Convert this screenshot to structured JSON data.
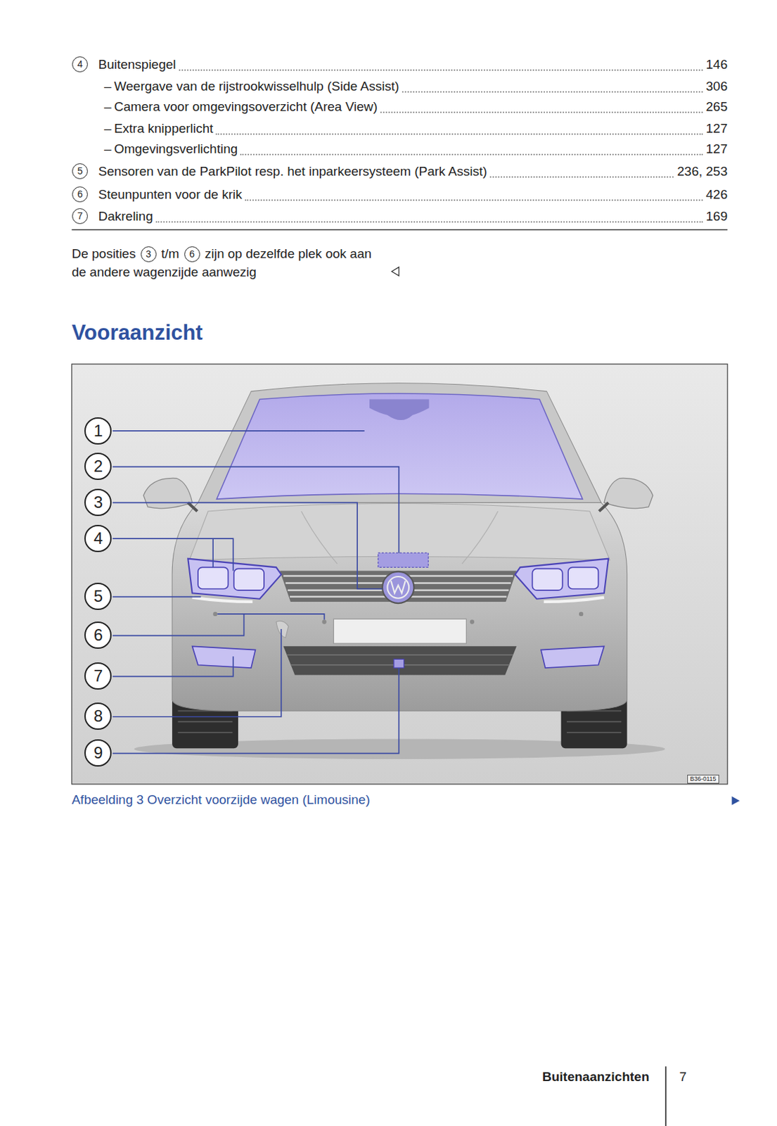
{
  "diagram": {
    "title": "Vooraanzicht",
    "caption": "Afbeelding 3 Overzicht voorzijde wagen (Limousine)",
    "nodes": [
      {
        "text": [
          "1"
        ]
      },
      {
        "text": [
          "2"
        ]
      },
      {
        "text": [
          "3"
        ]
      },
      {
        "text": [
          "4"
        ]
      },
      {
        "text": [
          "5"
        ]
      },
      {
        "text": [
          "6"
        ]
      },
      {
        "text": [
          "7"
        ]
      },
      {
        "text": [
          "8"
        ]
      },
      {
        "text": [
          "9"
        ]
      }
    ],
    "labels": [
      "4",
      "Buitenspiegel",
      "146",
      "–",
      "Weergave van de rijstrookwisselhulp (Side Assist)",
      "306",
      "–",
      "Camera voor omgevingsoverzicht (Area View)",
      "265",
      "–",
      "Extra knipperlicht",
      "127",
      "–",
      "Omgevingsverlichting",
      "127",
      "5",
      "Sensoren van de ParkPilot resp. het inparkeersysteem (Park Assist)",
      "236, 253",
      "6",
      "Steunpunten voor de krik",
      "426",
      "7",
      "Dakreling",
      "169",
      "De posities",
      "3",
      "t/m",
      "6",
      "zijn op dezelfde plek ook aan de andere wagenzijde aanwezig",
      "B36-0115",
      "Buitenaanzichten",
      "7"
    ]
  }
}
